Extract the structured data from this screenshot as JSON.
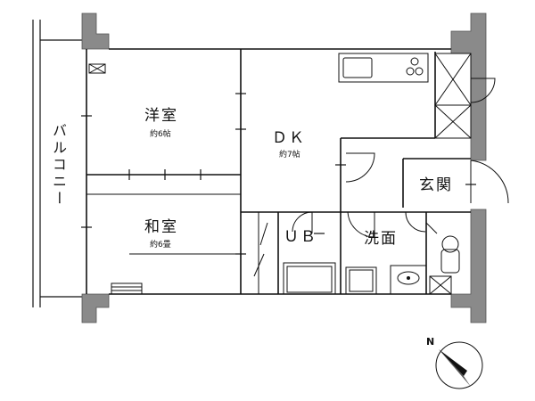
{
  "rooms": {
    "western": {
      "name": "洋室",
      "area": "約6帖"
    },
    "dk": {
      "name": "ＤＫ",
      "area": "約7帖"
    },
    "japanese": {
      "name": "和室",
      "area": "約6畳"
    },
    "entrance": {
      "name": "玄関"
    },
    "washroom": {
      "name": "洗面"
    },
    "unit_bath": {
      "name": "ＵＢ"
    },
    "balcony": {
      "name": "バルコニー"
    }
  },
  "compass": {
    "north_label": "N"
  },
  "colors": {
    "wall": "#8a8a8a",
    "line": "#111111",
    "background": "#ffffff"
  }
}
